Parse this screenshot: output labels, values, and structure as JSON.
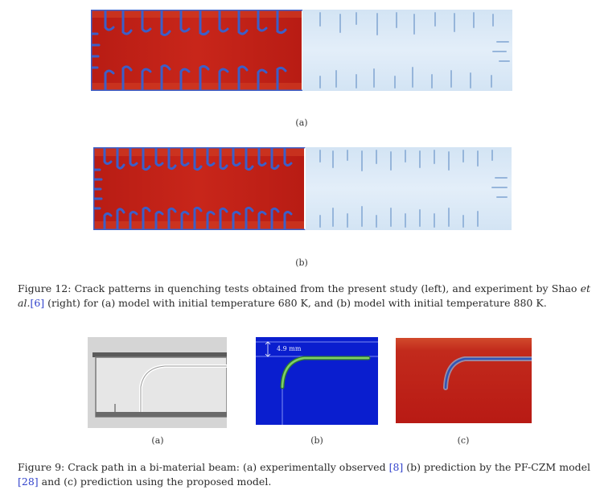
{
  "fig12": {
    "sub_a": "(a)",
    "sub_b": "(b)",
    "caption": {
      "lead": "Figure 12: Crack patterns in quenching tests obtained from the present study (left), and experiment by Shao ",
      "etal": "et al.",
      "ref": "[6]",
      "tail": " (right) for (a) model with initial temperature 680 K, and (b) model with initial temperature 880 K."
    }
  },
  "fig9": {
    "sub_a": "(a)",
    "sub_b": "(b)",
    "sub_c": "(c)",
    "dimension_label": "4.9 mm",
    "caption": {
      "lead": "Figure 9: Crack path in a bi-material beam: (a) experimentally observed ",
      "ref1": "[8]",
      "mid": " (b) prediction by the PF-CZM model ",
      "ref2": "[28]",
      "tail": " and (c) prediction using the proposed model."
    }
  },
  "colors": {
    "sim_red": "#c0221a",
    "crack_blue": "#3355bb",
    "exp_light": "#dce9f6",
    "pfczm_blue": "#0a1ecf",
    "crack_green": "#7fd06a"
  }
}
